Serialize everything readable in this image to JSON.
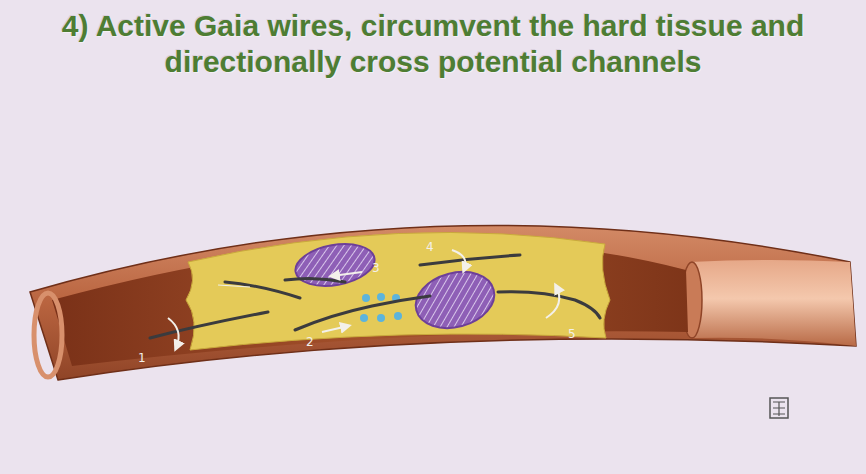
{
  "diagram": {
    "title": "4) Active Gaia wires, circumvent the hard tissue and directionally cross potential channels",
    "labels": [
      "1",
      "2",
      "3",
      "4",
      "5"
    ]
  }
}
